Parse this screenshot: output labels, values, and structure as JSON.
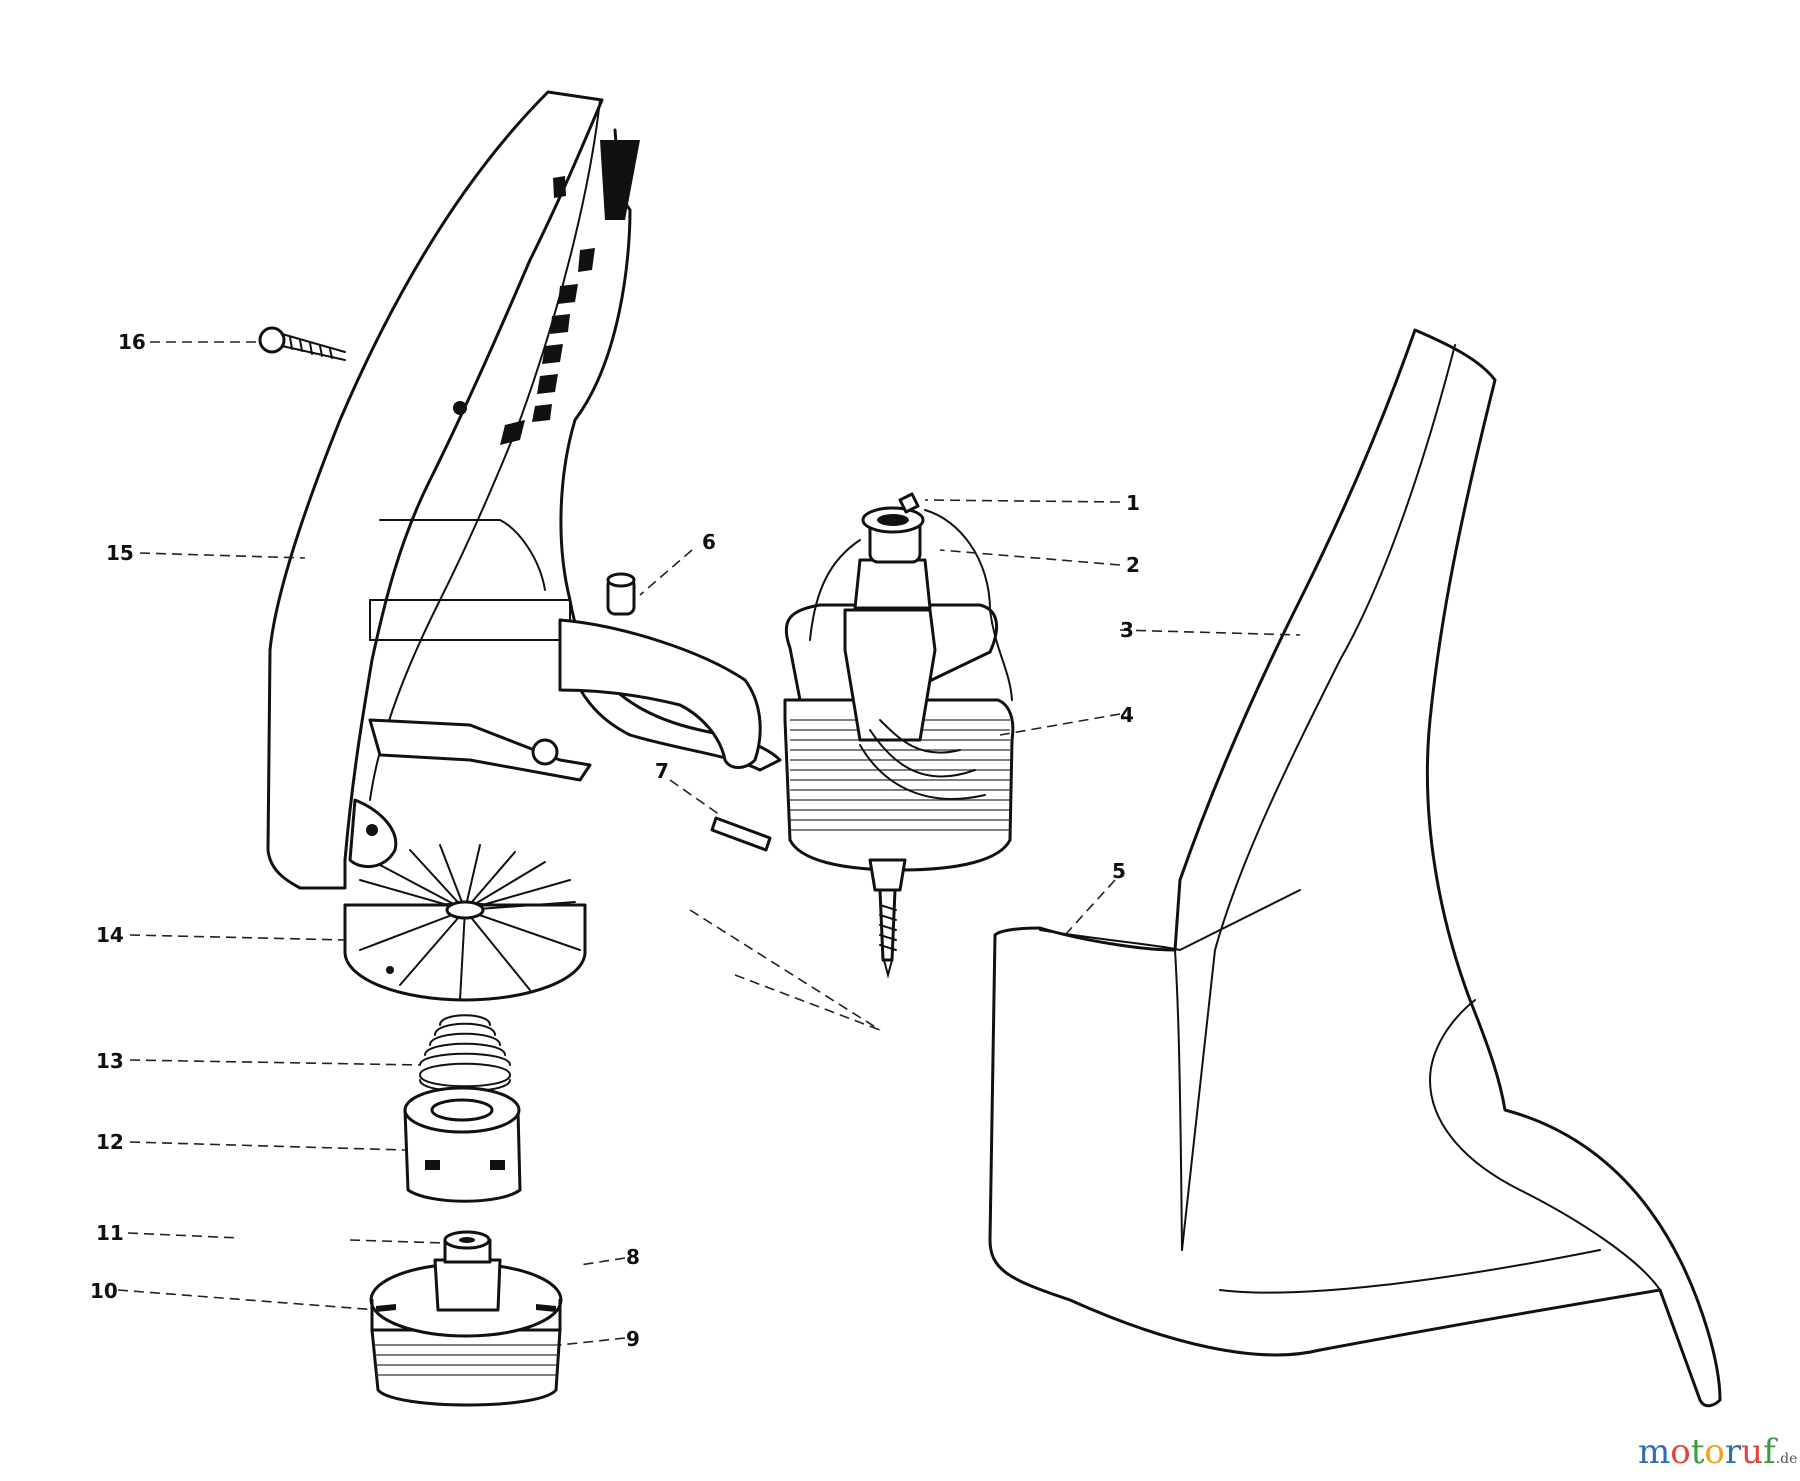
{
  "diagram": {
    "parts": [
      {
        "id": "part-1",
        "label": "1"
      },
      {
        "id": "part-2",
        "label": "2"
      },
      {
        "id": "part-3",
        "label": "3"
      },
      {
        "id": "part-4",
        "label": "4"
      },
      {
        "id": "part-5",
        "label": "5"
      },
      {
        "id": "part-6",
        "label": "6"
      },
      {
        "id": "part-7",
        "label": "7"
      },
      {
        "id": "part-8",
        "label": "8"
      },
      {
        "id": "part-9",
        "label": "9"
      },
      {
        "id": "part-10",
        "label": "10"
      },
      {
        "id": "part-11",
        "label": "11"
      },
      {
        "id": "part-12",
        "label": "12"
      },
      {
        "id": "part-13",
        "label": "13"
      },
      {
        "id": "part-14",
        "label": "14"
      },
      {
        "id": "part-15",
        "label": "15"
      },
      {
        "id": "part-16",
        "label": "16"
      }
    ]
  },
  "watermark": {
    "letters": [
      "m",
      "o",
      "t",
      "o",
      "r",
      "u",
      "f"
    ],
    "tld": ".de"
  },
  "colors": {
    "ink": "#111111",
    "background": "#ffffff",
    "watermark_blue": "#2d6fb5",
    "watermark_red": "#e0473c",
    "watermark_green": "#3c9a47",
    "watermark_orange": "#f0a21a"
  }
}
